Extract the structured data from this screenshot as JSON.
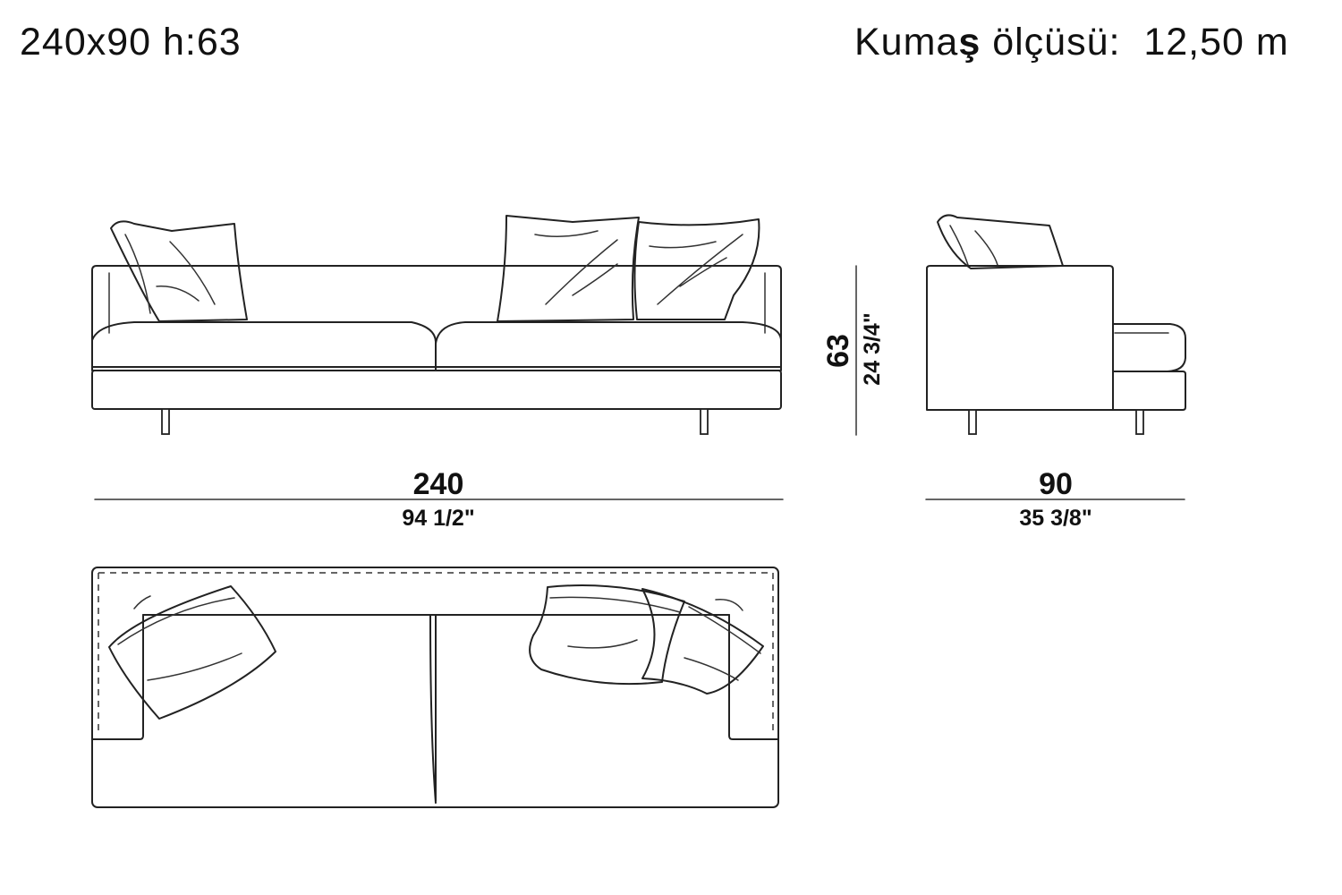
{
  "header": {
    "dimensions_label": "240x90 h:63",
    "fabric_label_prefix": "Kuma",
    "fabric_label_bold": "ş",
    "fabric_label_suffix": " ölçüsü:  12,50 m"
  },
  "dimensions": {
    "width_cm": "240",
    "width_in": "94 1/2\"",
    "depth_cm": "90",
    "depth_in": "35 3/8\"",
    "height_cm": "63",
    "height_in": "24 3/4\""
  },
  "colors": {
    "line": "#222222",
    "background": "#ffffff"
  }
}
